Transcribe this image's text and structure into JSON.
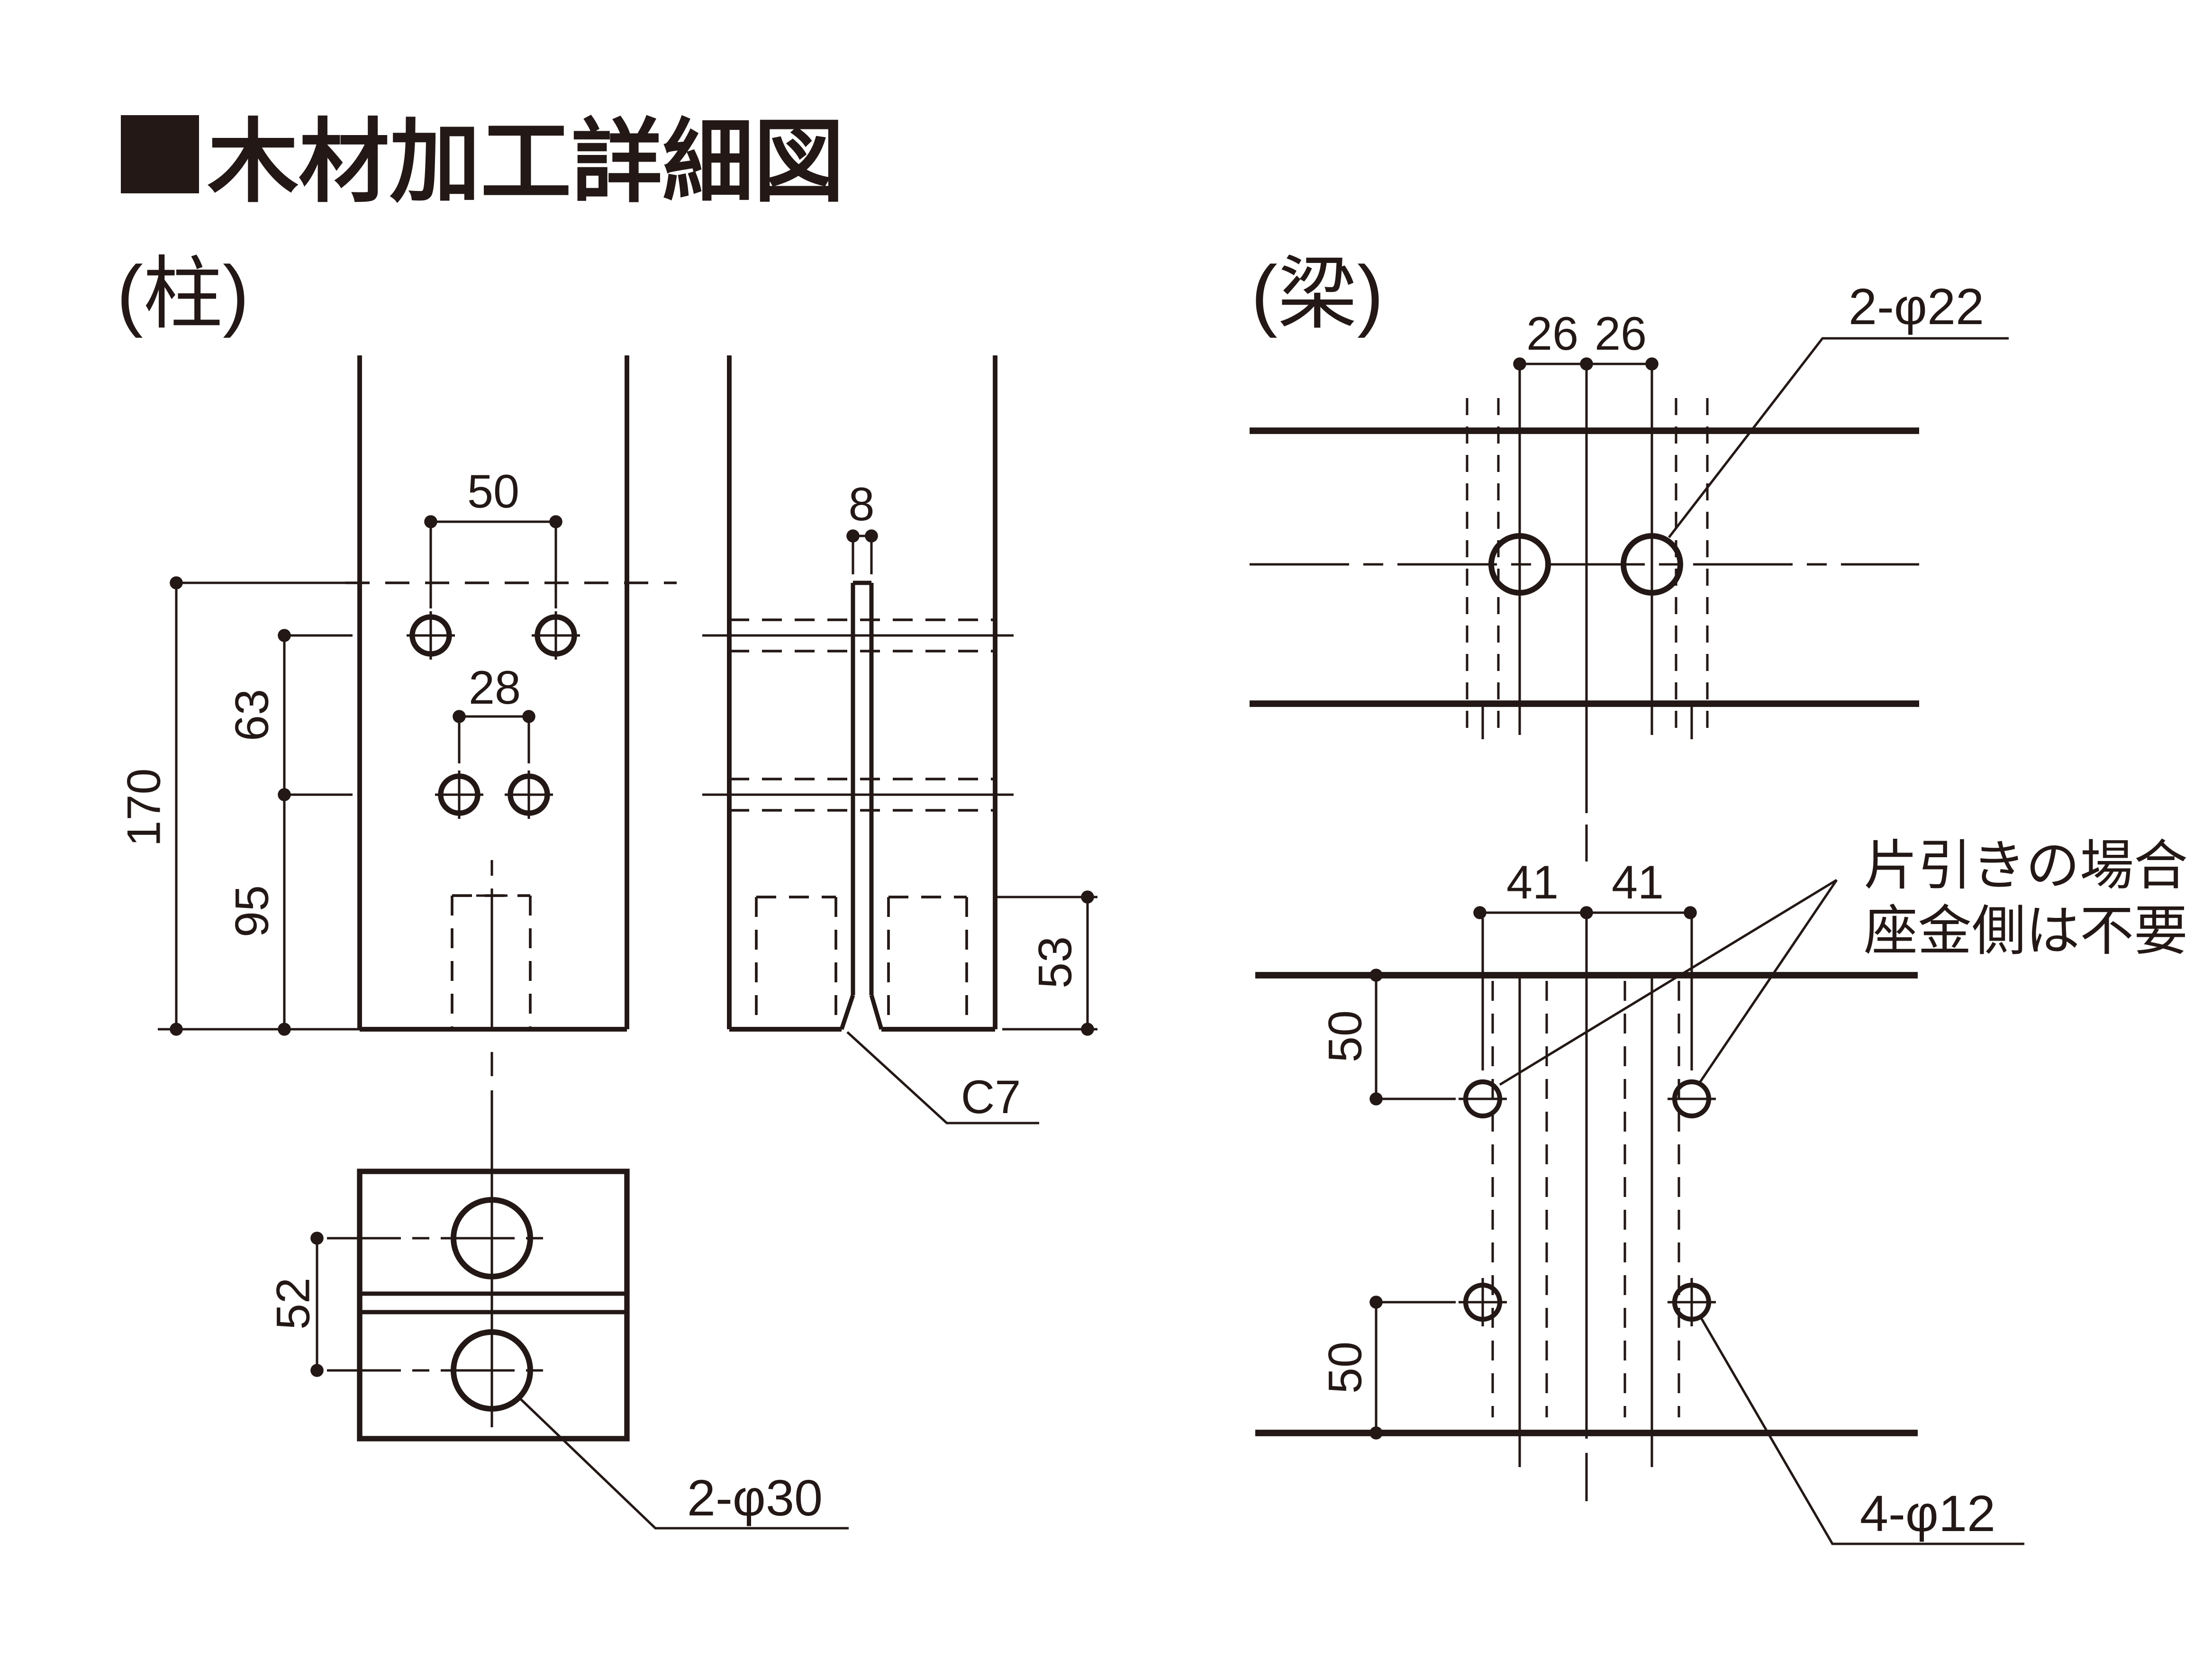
{
  "title": {
    "bullet": "■",
    "text": "木材加工詳細図"
  },
  "sections": {
    "pillar_label": "(柱)",
    "beam_label": "(梁)"
  },
  "pillar": {
    "front": {
      "dim_50": "50",
      "dim_28": "28",
      "dim_63": "63",
      "dim_95": "95",
      "dim_170": "170"
    },
    "side": {
      "dim_8": "8",
      "dim_53": "53",
      "chamfer": "C7"
    },
    "bottom": {
      "dim_52": "52",
      "holes_callout": "2-φ30"
    }
  },
  "beam": {
    "top": {
      "dim_26_left": "26",
      "dim_26_right": "26",
      "holes_callout": "2-φ22"
    },
    "bottom": {
      "dim_41_left": "41",
      "dim_41_right": "41",
      "dim_50_upper": "50",
      "dim_50_lower": "50",
      "holes_callout": "4-φ12",
      "note_line1": "片引きの場合",
      "note_line2": "座金側は不要"
    }
  },
  "colors": {
    "line": "#231815",
    "text": "#231815",
    "background": "#ffffff"
  }
}
